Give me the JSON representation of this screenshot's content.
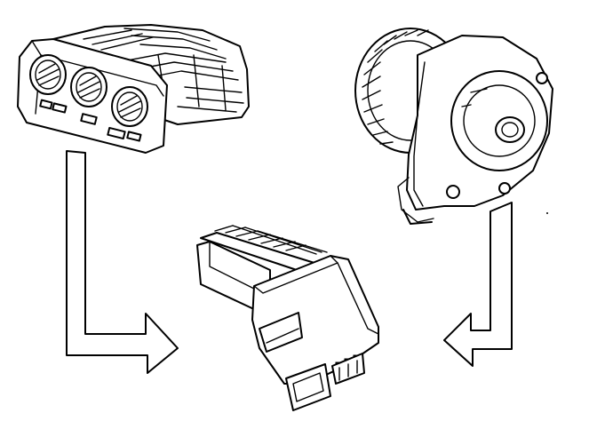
{
  "diagram": {
    "components": [
      {
        "id": "control-panel",
        "icon": "heater-control-panel-icon"
      },
      {
        "id": "blower-motor",
        "icon": "blower-fan-motor-icon"
      },
      {
        "id": "resistor",
        "icon": "blower-resistor-icon"
      }
    ],
    "connections": [
      {
        "from": "control-panel",
        "to": "resistor",
        "style": "hollow-arrow"
      },
      {
        "from": "blower-motor",
        "to": "resistor",
        "style": "hollow-arrow"
      }
    ],
    "colors": {
      "ink": "#000000",
      "background": "#ffffff"
    }
  }
}
